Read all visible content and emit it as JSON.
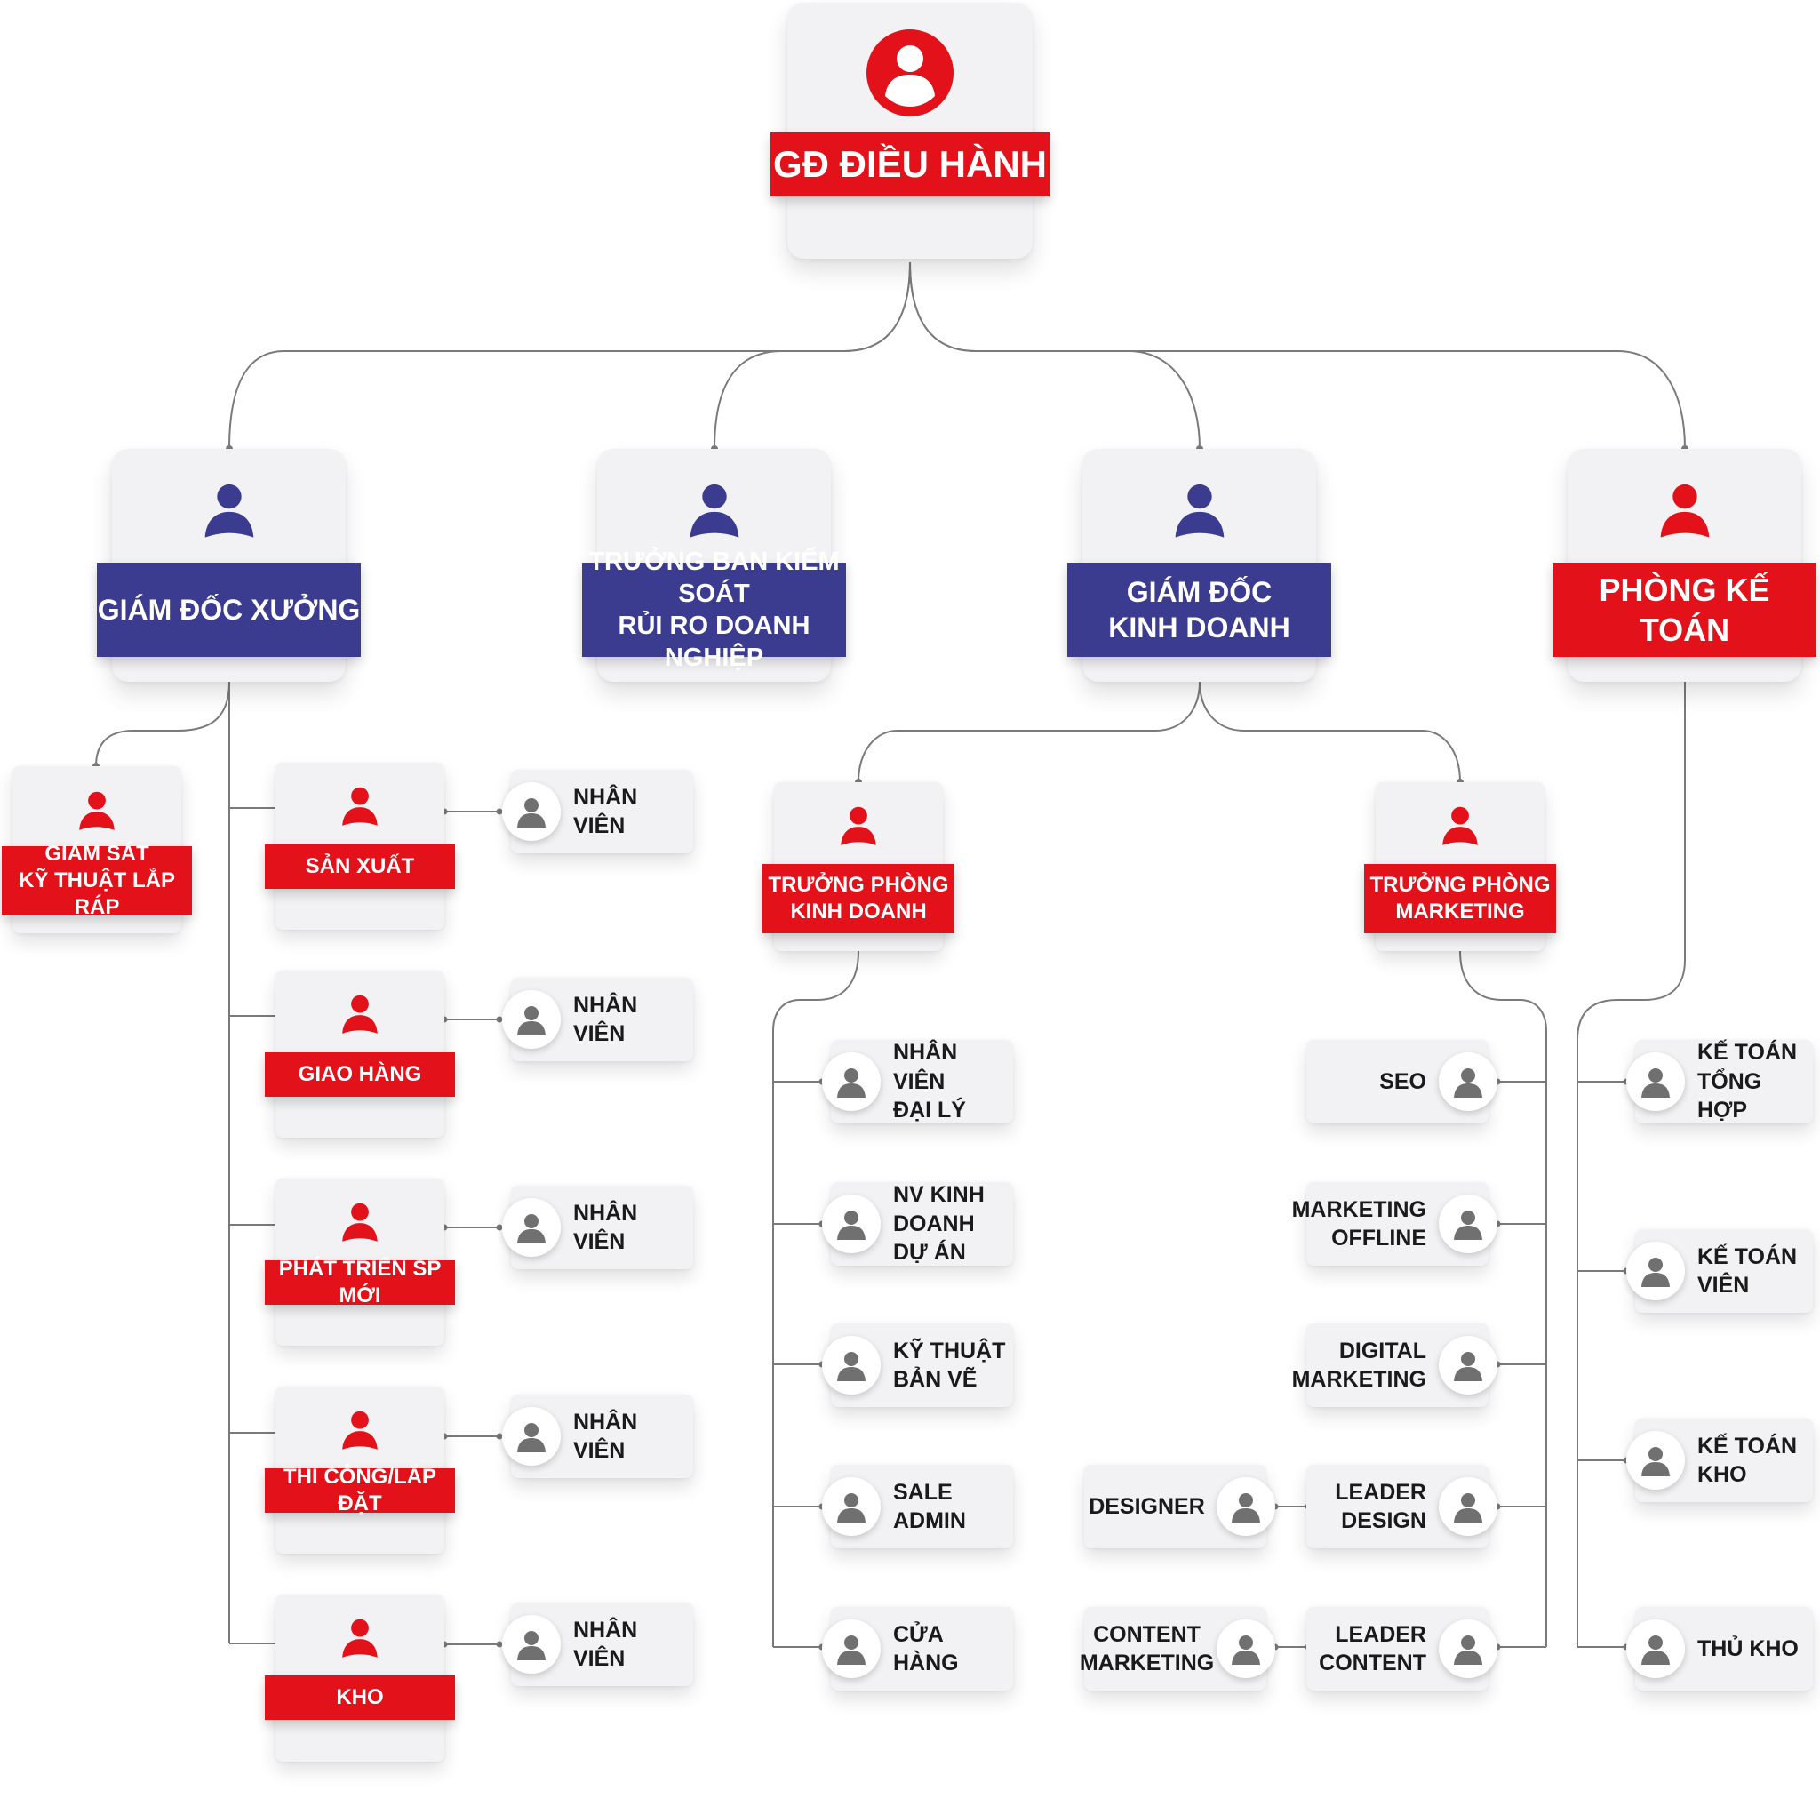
{
  "colors": {
    "red": "#e31119",
    "navy": "#3b3c8f",
    "card": "#f2f2f4",
    "line": "#777777",
    "employee_icon": "#707070"
  },
  "root": {
    "title": "GĐ ĐIỀU HÀNH"
  },
  "level1": {
    "giam_doc_xuong": "GIÁM ĐỐC XƯỞNG",
    "truong_ban": "TRƯỞNG BAN KIỂM SOÁT\nRỦI RO DOANH NGHIỆP",
    "giam_doc_kinh_doanh": "GIÁM ĐỐC\nKINH DOANH",
    "phong_ke_toan": "PHÒNG KẾ TOÁN"
  },
  "xuong": {
    "giam_sat": "GIÁM SÁT\nKỸ THUẬT LẮP RÁP",
    "departments": [
      "SẢN XUẤT",
      "GIAO HÀNG",
      "PHÁT TRIỂN SP MỚI",
      "THI CÔNG/LẮP ĐẶT",
      "KHO"
    ],
    "staff": [
      "NHÂN VIÊN",
      "NHÂN VIÊN",
      "NHÂN VIÊN",
      "NHÂN VIÊN",
      "NHÂN VIÊN"
    ]
  },
  "kinh_doanh": {
    "truong_phong": "TRƯỞNG PHÒNG\nKINH DOANH",
    "staff": [
      "NHÂN VIÊN\nĐẠI LÝ",
      "NV KINH\nDOANH DỰ ÁN",
      "KỸ THUẬT\nBẢN VẼ",
      "SALE ADMIN",
      "CỬA HÀNG"
    ]
  },
  "marketing": {
    "truong_phong": "TRƯỞNG PHÒNG\nMARKETING",
    "staff": [
      "SEO",
      "MARKETING\nOFFLINE",
      "DIGITAL\nMARKETING",
      "LEADER\nDESIGN",
      "LEADER\nCONTENT"
    ],
    "designer": "DESIGNER",
    "content_marketing": "CONTENT\nMARKETING"
  },
  "ke_toan": {
    "staff": [
      "KẾ TOÁN\nTỔNG HỢP",
      "KẾ TOÁN\nVIÊN",
      "KẾ TOÁN\nKHO",
      "THỦ KHO"
    ]
  },
  "icons": {
    "manager": "person-icon",
    "employee": "user-circle-icon"
  }
}
